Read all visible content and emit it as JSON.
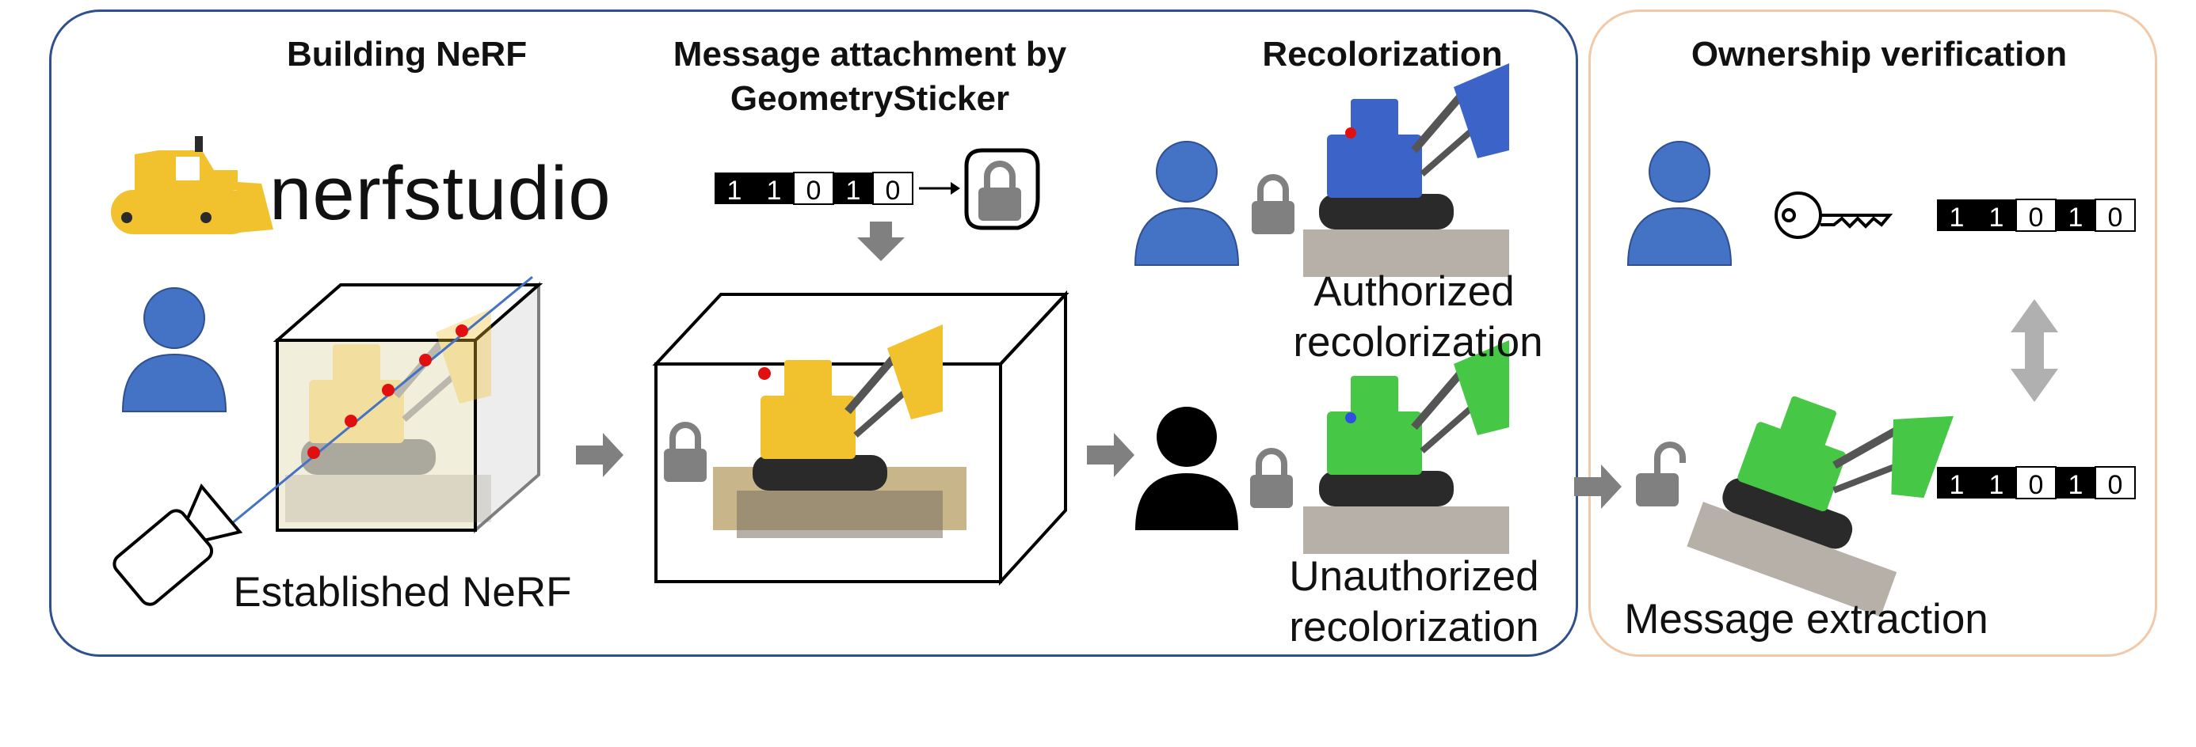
{
  "sections": {
    "building_nerf": {
      "title": "Building NeRF"
    },
    "message_attachment": {
      "title_line1": "Message attachment by",
      "title_line2": "GeometrySticker"
    },
    "recolorization": {
      "title": "Recolorization"
    },
    "ownership_verification": {
      "title": "Ownership verification"
    }
  },
  "logo": {
    "text": "nerfstudio"
  },
  "captions": {
    "established_nerf": "Established NeRF",
    "authorized_line1": "Authorized",
    "authorized_line2": "recolorization",
    "unauthorized_line1": "Unauthorized",
    "unauthorized_line2": "recolorization",
    "message_extraction": "Message extraction"
  },
  "message_bits": [
    "1",
    "1",
    "0",
    "1",
    "0"
  ],
  "colors": {
    "main_border": "#2f4f8f",
    "side_border": "#f2c9a8",
    "user_blue": "#4472c4",
    "arrow_gray": "#808080",
    "model_yellow": "#f2c12e",
    "model_blue": "#3c64c8",
    "model_green": "#46c846",
    "ray_point_red": "#e01010"
  },
  "icons": [
    "person-icon",
    "camera-icon",
    "lock-icon",
    "unlocked-lock-icon",
    "key-icon",
    "sticker-icon",
    "bulldozer-logo-icon"
  ]
}
